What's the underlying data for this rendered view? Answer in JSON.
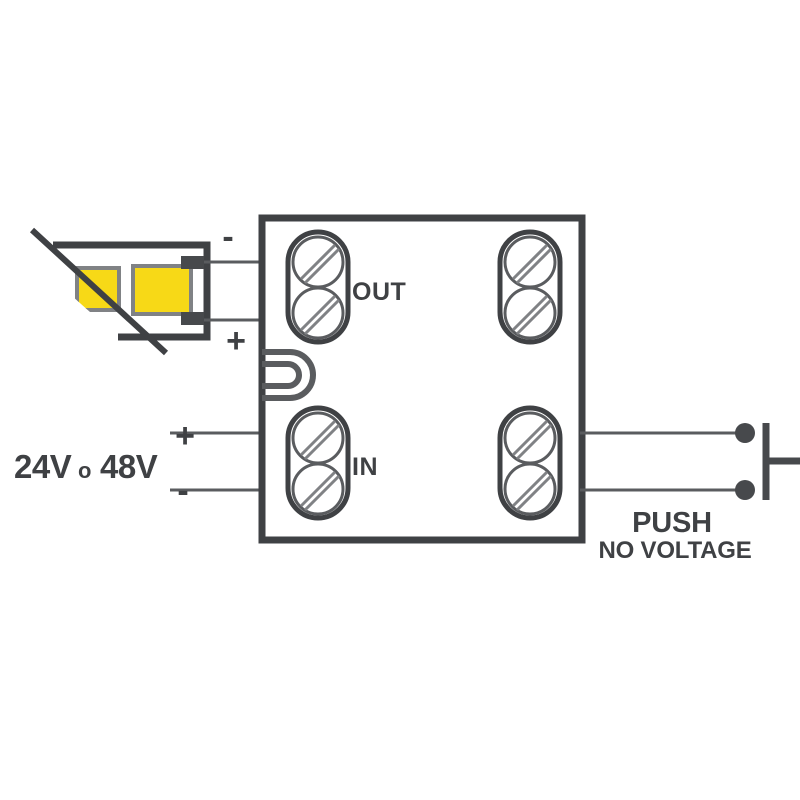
{
  "diagram": {
    "title": "LED strip driver wiring diagram",
    "colors": {
      "stroke_dark": "#3f4144",
      "stroke_mid": "#5a5c5f",
      "stroke_light": "#808285",
      "led_yellow": "#f7d917",
      "background": "#ffffff"
    }
  },
  "led_strip": {
    "name": "LED strip",
    "pads": [
      "negative-pad",
      "positive-pad"
    ],
    "chips": [
      "led-chip-clipped",
      "led-chip-full"
    ]
  },
  "controller": {
    "name": "controller-module",
    "terminals": {
      "out": {
        "label": "OUT",
        "screws": 2,
        "position": "top-left"
      },
      "in": {
        "label": "IN",
        "screws": 2,
        "position": "bottom-left"
      },
      "top_right": {
        "label": "",
        "screws": 2,
        "position": "top-right"
      },
      "bottom_right": {
        "label": "",
        "screws": 2,
        "position": "bottom-right"
      }
    },
    "hook": "strain-relief-hook"
  },
  "labels": {
    "out_negative": "-",
    "out_positive": "+",
    "in_positive": "+",
    "in_negative": "-",
    "supply_voltage": "24V",
    "supply_conjunction": "o",
    "supply_voltage_alt": "48V",
    "push_title": "PUSH",
    "push_subtitle": "NO VOLTAGE"
  }
}
